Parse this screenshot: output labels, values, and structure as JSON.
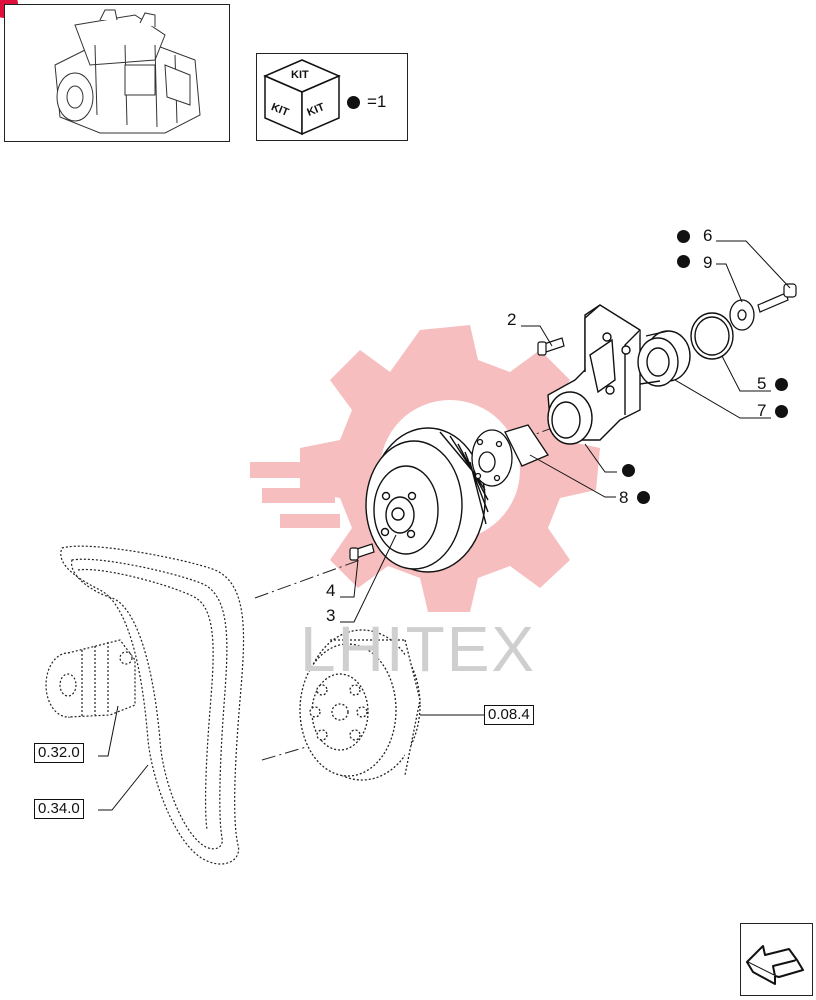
{
  "kit_legend": {
    "kit_label": "KIT",
    "equals_text": "=1"
  },
  "watermark": "LHITEX",
  "callouts": [
    "6",
    "9",
    "2",
    "5",
    "7",
    "8",
    "4",
    "3"
  ],
  "references": [
    "0.08.4",
    "0.32.0",
    "0.34.0"
  ],
  "colors": {
    "line": "#111111",
    "watermark_red": "#f5b3b3",
    "badge": "#e0103c"
  },
  "icons": {
    "engine_thumbnail": "engine-icon",
    "navigation": "arrow-icon"
  }
}
